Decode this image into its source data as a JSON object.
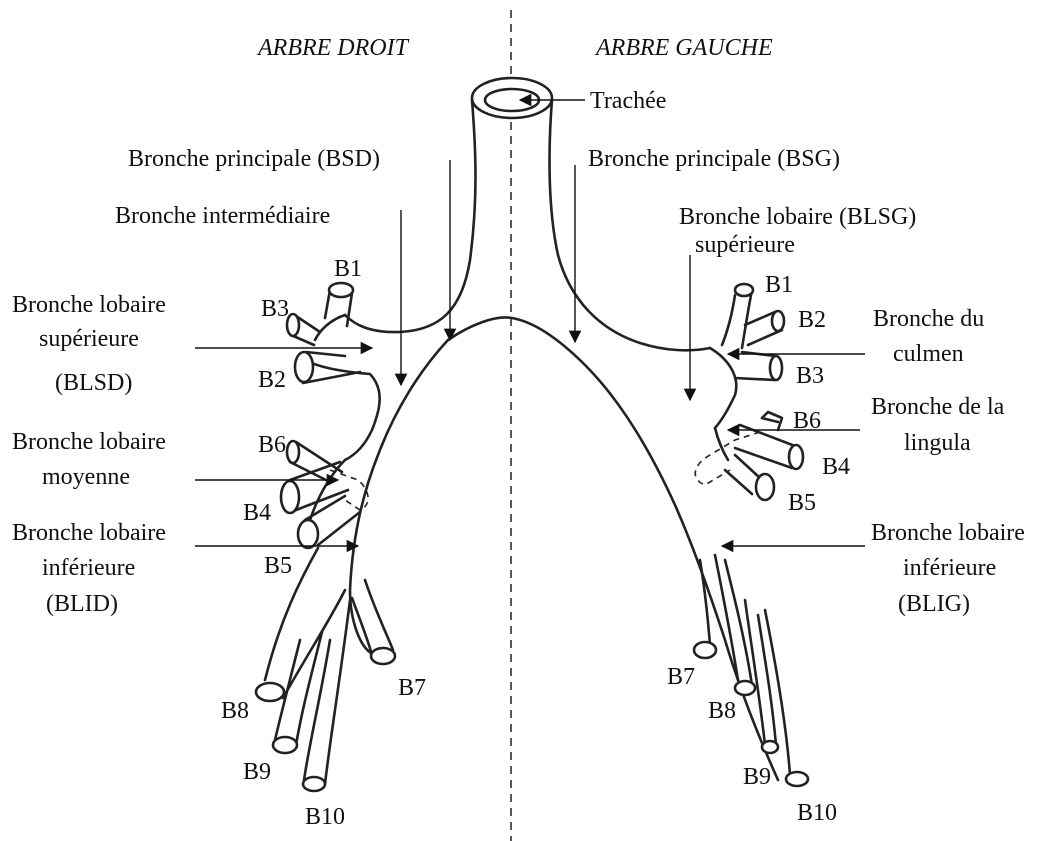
{
  "titles": {
    "right_tree": "ARBRE DROIT",
    "left_tree": "ARBRE GAUCHE"
  },
  "labels": {
    "trachea": "Trachée",
    "bsd": "Bronche principale (BSD)",
    "bsg": "Bronche principale (BSG)",
    "intermediate": "Bronche intermédiaire",
    "blsg_line1": "Bronche lobaire (BLSG)",
    "blsg_line2": "supérieure",
    "blsd_line1": "Bronche lobaire",
    "blsd_line2": "supérieure",
    "blsd_line3": "(BLSD)",
    "culmen_line1": "Bronche du",
    "culmen_line2": "culmen",
    "lingula_line1": "Bronche de la",
    "lingula_line2": "lingula",
    "middle_line1": "Bronche lobaire",
    "middle_line2": "moyenne",
    "blid_line1": "Bronche lobaire",
    "blid_line2": "inférieure",
    "blid_line3": "(BLID)",
    "blig_line1": "Bronche lobaire",
    "blig_line2": "inférieure",
    "blig_line3": "(BLIG)"
  },
  "segments_right": {
    "b1": "B1",
    "b2": "B2",
    "b3": "B3",
    "b4": "B4",
    "b5": "B5",
    "b6": "B6",
    "b7": "B7",
    "b8": "B8",
    "b9": "B9",
    "b10": "B10"
  },
  "segments_left": {
    "b1": "B1",
    "b2": "B2",
    "b3": "B3",
    "b4": "B4",
    "b5": "B5",
    "b6": "B6",
    "b7": "B7",
    "b8": "B8",
    "b9": "B9",
    "b10": "B10"
  }
}
